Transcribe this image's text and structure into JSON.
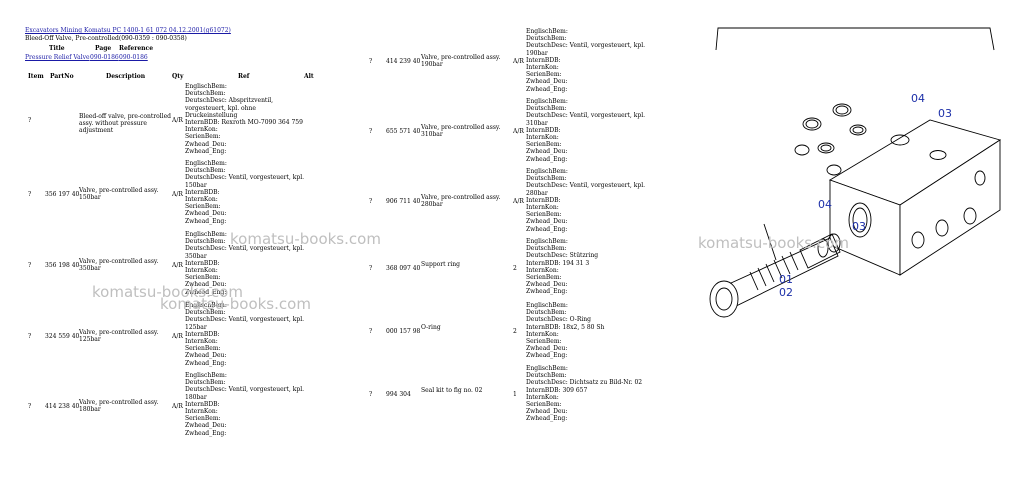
{
  "header": {
    "breadcrumb": "Excavators Mining Komatsu PC 1400-1 61 072 04.12.2001(g61072)",
    "subtitle": "Bleed-Off Valve, Pre-controlled(090-0359 : 090-0358)",
    "col_title": "Title",
    "col_page": "Page",
    "col_reference": "Reference",
    "link_title": "Pressure Relief Valve",
    "link_page": "090-0186",
    "link_reference": "090-0186"
  },
  "columns": {
    "item": "Item",
    "partno": "PartNo",
    "description": "Description",
    "qty": "Qty",
    "ref": "Ref",
    "alt": "Alt"
  },
  "left_rows": [
    {
      "item": "?",
      "partno": "",
      "desc": "Bleed-off valve, pre-controlled\nassy. without pressure\nadjustment",
      "qty": "A/R",
      "ref": "EnglischBem:\nDeutschBem:\nDeutschDesc: Abspritzventil,\nvorgesteuert, kpl. ohne\nDruckeinstellung\nInternBDB: Rexroth MO-7090 364 759\nInternKon:\nSerienBem:\nZwhead_Deu:\nZwhead_Eng:"
    },
    {
      "item": "?",
      "partno": "356 197 40",
      "desc": "Valve, pre-controlled assy.\n150bar",
      "qty": "A/R",
      "ref": "EnglischBem:\nDeutschBem:\nDeutschDesc: Ventil, vorgesteuert, kpl.\n150bar\nInternBDB:\nInternKon:\nSerienBem:\nZwhead_Deu:\nZwhead_Eng:"
    },
    {
      "item": "?",
      "partno": "356 198 40",
      "desc": "Valve, pre-controlled assy.\n350bar",
      "qty": "A/R",
      "ref": "EnglischBem:\nDeutschBem:\nDeutschDesc: Ventil, vorgesteuert, kpl.\n350bar\nInternBDB:\nInternKon:\nSerienBem:\nZwhead_Deu:\nZwhead_Eng:"
    },
    {
      "item": "?",
      "partno": "324 559 40",
      "desc": "Valve, pre-controlled assy.\n125bar",
      "qty": "A/R",
      "ref": "EnglischBem:\nDeutschBem:\nDeutschDesc: Ventil, vorgesteuert, kpl.\n125bar\nInternBDB:\nInternKon:\nSerienBem:\nZwhead_Deu:\nZwhead_Eng:"
    },
    {
      "item": "?",
      "partno": "414 238 40",
      "desc": "Valve, pre-controlled assy.\n180bar",
      "qty": "A/R",
      "ref": "EnglischBem:\nDeutschBem:\nDeutschDesc: Ventil, vorgesteuert, kpl.\n180bar\nInternBDB:\nInternKon:\nSerienBem:\nZwhead_Deu:\nZwhead_Eng:"
    }
  ],
  "right_rows": [
    {
      "item": "?",
      "partno": "414 239 40",
      "desc": "Valve, pre-controlled assy.\n190bar",
      "qty": "A/R",
      "ref": "EnglischBem:\nDeutschBem:\nDeutschDesc: Ventil, vorgesteuert, kpl.\n190bar\nInternBDB:\nInternKon:\nSerienBem:\nZwhead_Deu:\nZwhead_Eng:"
    },
    {
      "item": "?",
      "partno": "655 571 40",
      "desc": "Valve, pre-controlled assy.\n310bar",
      "qty": "A/R",
      "ref": "EnglischBem:\nDeutschBem:\nDeutschDesc: Ventil, vorgesteuert, kpl.\n310bar\nInternBDB:\nInternKon:\nSerienBem:\nZwhead_Deu:\nZwhead_Eng:"
    },
    {
      "item": "?",
      "partno": "906 711 40",
      "desc": "Valve, pre-controlled assy.\n280bar",
      "qty": "A/R",
      "ref": "EnglischBem:\nDeutschBem:\nDeutschDesc: Ventil, vorgesteuert, kpl.\n280bar\nInternBDB:\nInternKon:\nSerienBem:\nZwhead_Deu:\nZwhead_Eng:"
    },
    {
      "item": "?",
      "partno": "368 097 40",
      "desc": "Support ring",
      "qty": "2",
      "ref": "EnglischBem:\nDeutschBem:\nDeutschDesc: Stützring\nInternBDB: 194 31 3\nInternKon:\nSerienBem:\nZwhead_Deu:\nZwhead_Eng:"
    },
    {
      "item": "?",
      "partno": "000 157 98",
      "desc": "O-ring",
      "qty": "2",
      "ref": "EnglischBem:\nDeutschBem:\nDeutschDesc: O-Ring\nInternBDB: 18x2, 5 80 Sh\nInternKon:\nSerienBem:\nZwhead_Deu:\nZwhead_Eng:"
    },
    {
      "item": "?",
      "partno": "994 304",
      "desc": "Seal kit to fig no. 02",
      "qty": "1",
      "ref": "EnglischBem:\nDeutschBem:\nDeutschDesc: Dichtsatz zu Bild-Nr. 02\nInternBDB: 309 657\nInternKon:\nSerienBem:\nZwhead_Deu:\nZwhead_Eng:"
    }
  ],
  "watermarks": [
    "komatsu-books.com",
    "komatsu-books.com",
    "komatsu-books.com",
    "komatsu-books.com"
  ],
  "callouts": [
    "04",
    "03",
    "04",
    "03",
    "01",
    "02"
  ]
}
